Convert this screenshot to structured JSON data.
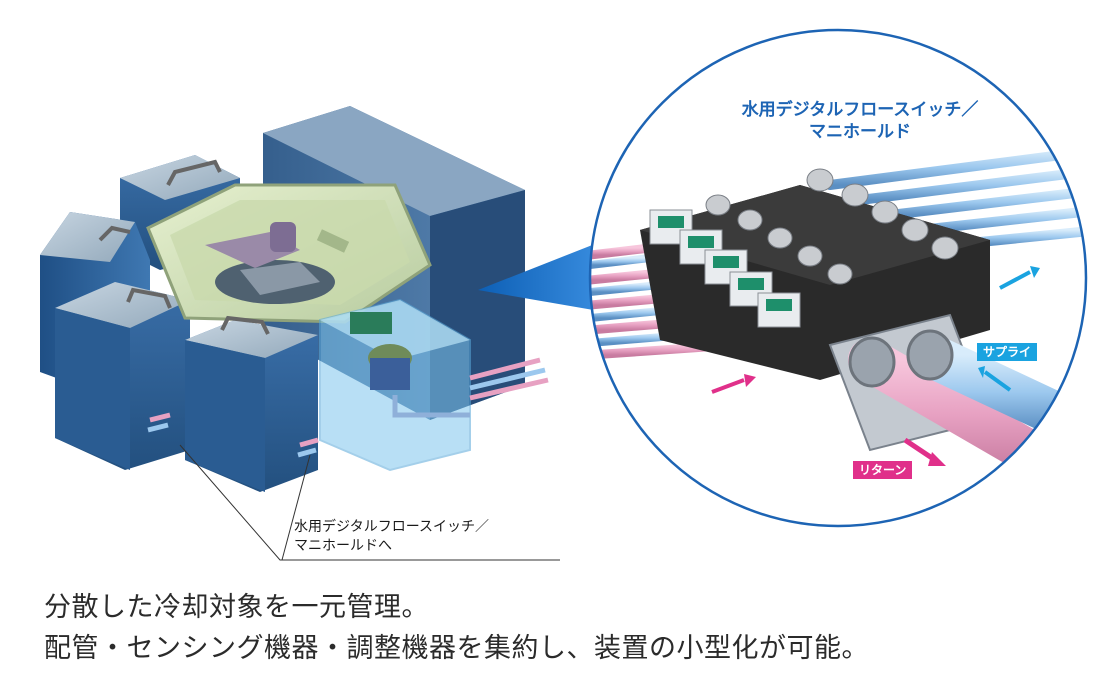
{
  "circle_title": {
    "line1": "水用デジタルフロースイッチ／",
    "line2": "マニホールド"
  },
  "callout": {
    "line1": "水用デジタルフロースイッチ／",
    "line2": "マニホールドへ"
  },
  "labels": {
    "supply": "サプライ",
    "return": "リターン"
  },
  "caption": {
    "line1": "分散した冷却対象を一元管理。",
    "line2": "配管・センシング機器・調整機器を集約し、装置の小型化が可能。"
  },
  "colors": {
    "accent_blue": "#1d64b4",
    "supply_badge": "#1aa3e0",
    "return_badge": "#e0308a",
    "cabinet_dark": "#2c5d8e",
    "cabinet_top": "#9fb4c6"
  }
}
